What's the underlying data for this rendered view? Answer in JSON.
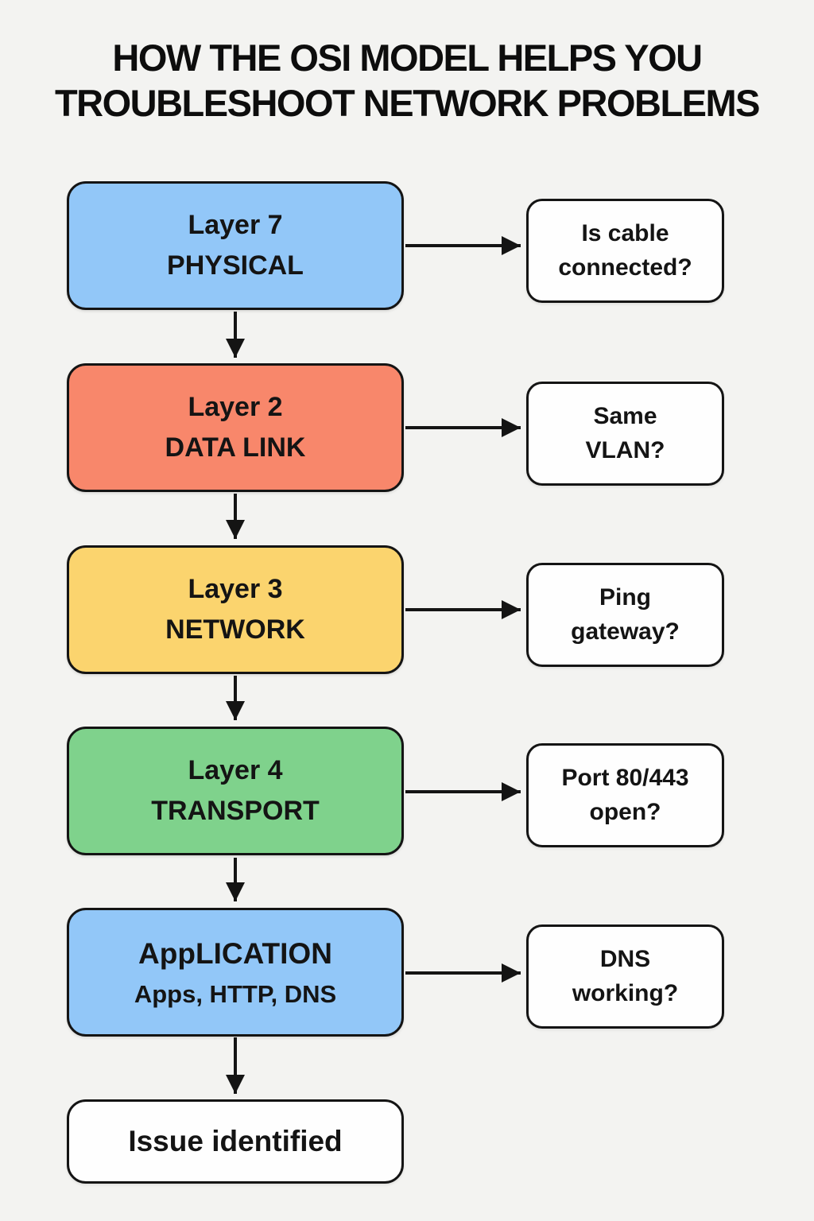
{
  "title": {
    "line1": "HOW THE OSI MODEL HELPS YOU",
    "line2": "TROUBLESHOOT NETWORK PROBLEMS"
  },
  "colors": {
    "background": "#f3f3f1",
    "border": "#141414",
    "arrow": "#141414",
    "blue": "#92c7f8",
    "salmon": "#f8876b",
    "yellow": "#fbd46e",
    "green": "#7fd28c",
    "white_box": "#fefefe"
  },
  "flow": {
    "layers": [
      {
        "line1": "Layer 7",
        "line2": "PHYSICAL",
        "color": "#92c7f8",
        "question": "Is cable\nconnected?"
      },
      {
        "line1": "Layer 2",
        "line2": "DATA LINK",
        "color": "#f8876b",
        "question": "Same\nVLAN?"
      },
      {
        "line1": "Layer 3",
        "line2": "NETWORK",
        "color": "#fbd46e",
        "question": "Ping\ngateway?"
      },
      {
        "line1": "Layer 4",
        "line2": "TRANSPORT",
        "color": "#7fd28c",
        "question": "Port 80/443\nopen?"
      },
      {
        "line1": "AppLICATION",
        "line2": "Apps, HTTP, DNS",
        "color": "#92c7f8",
        "question": "DNS\nworking?"
      }
    ],
    "final": "Issue identified"
  }
}
